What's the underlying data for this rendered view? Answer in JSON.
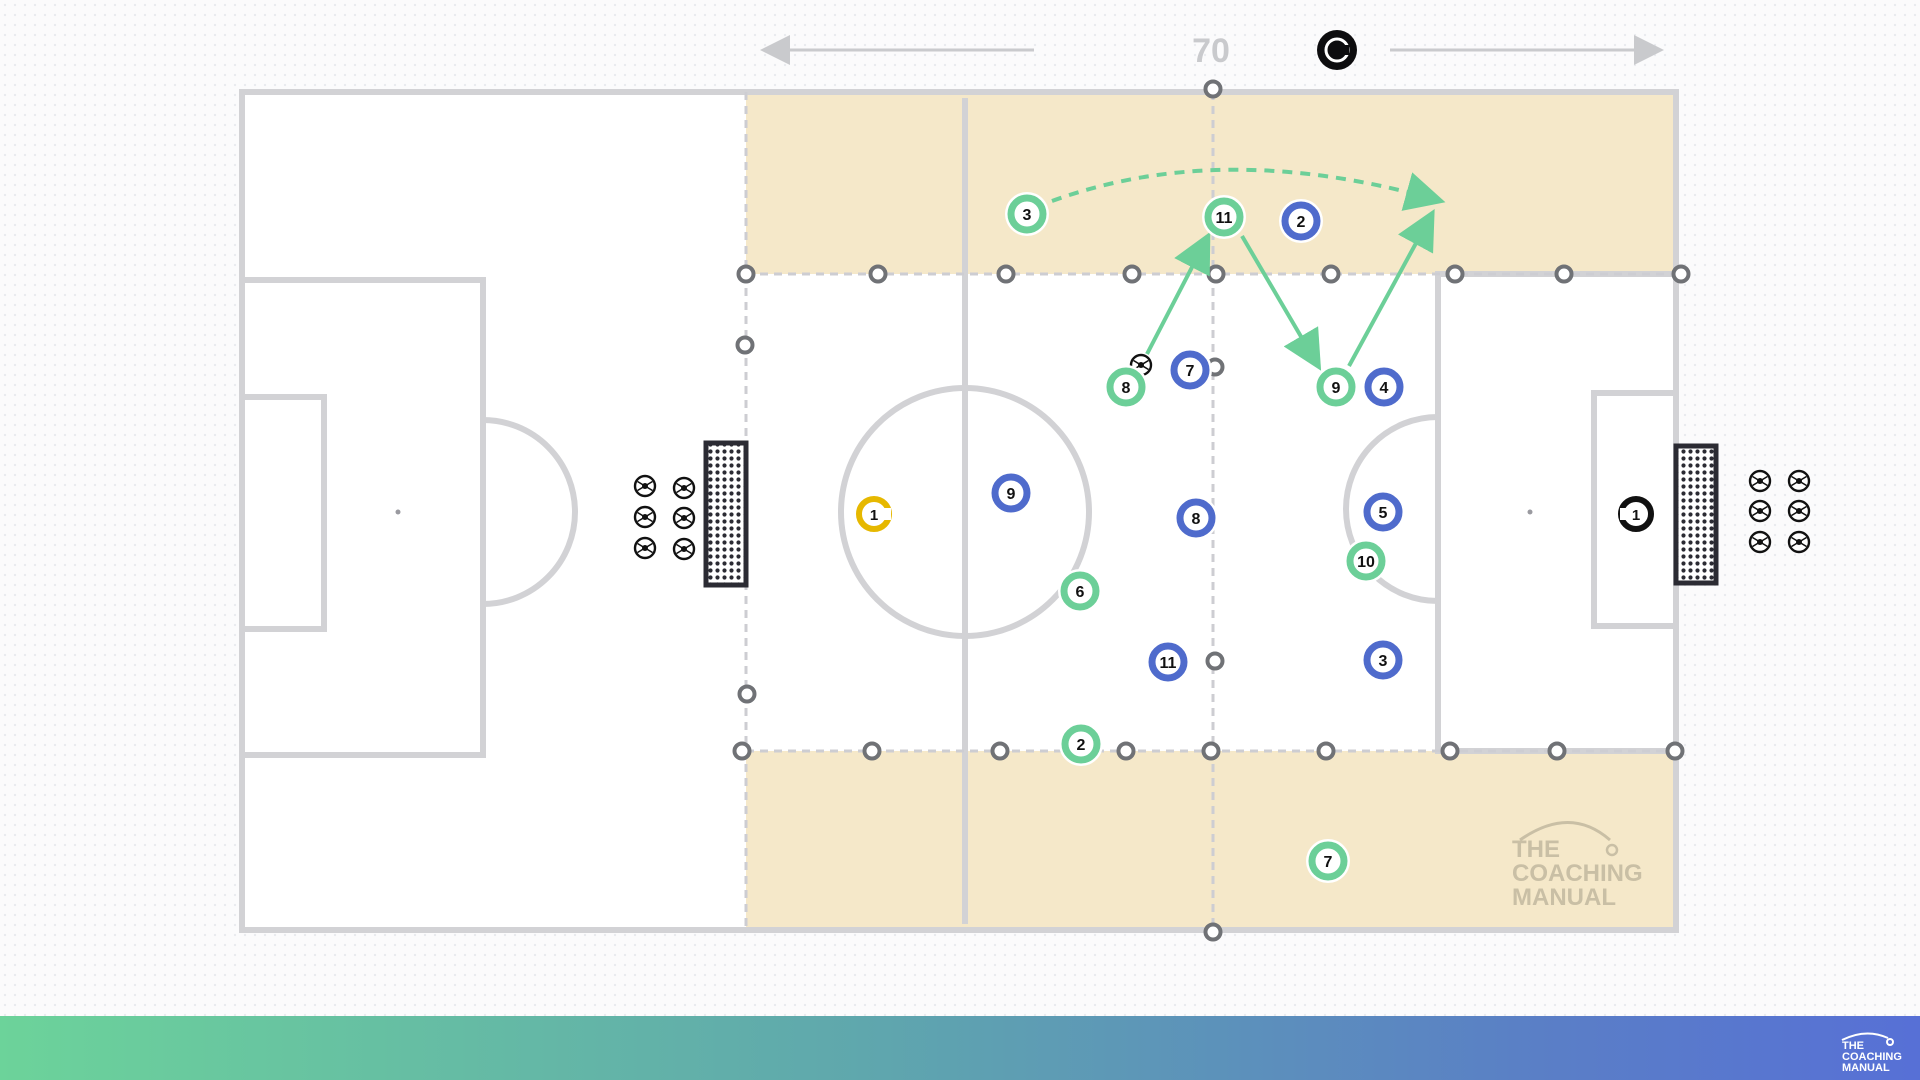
{
  "diagram": {
    "distance_label": "70",
    "coach_marker": "C",
    "branding": {
      "line1": "THE",
      "line2": "COACHING",
      "line3": "MANUAL"
    },
    "goalkeepers": [
      {
        "team": "yellow",
        "number": "1",
        "color": "#e6b800"
      },
      {
        "team": "black",
        "number": "1",
        "color": "#111111"
      }
    ],
    "green_team": {
      "color": "#6ccf98",
      "players": [
        "3",
        "11",
        "8",
        "9",
        "6",
        "10",
        "2",
        "7"
      ]
    },
    "blue_team": {
      "color": "#4f6bcc",
      "players": [
        "2",
        "7",
        "4",
        "9",
        "8",
        "5",
        "11",
        "3"
      ]
    },
    "zone_color": "#f5e8c9",
    "line_color": "#d2d2d5",
    "pass_line_color": "#6ccf98"
  }
}
